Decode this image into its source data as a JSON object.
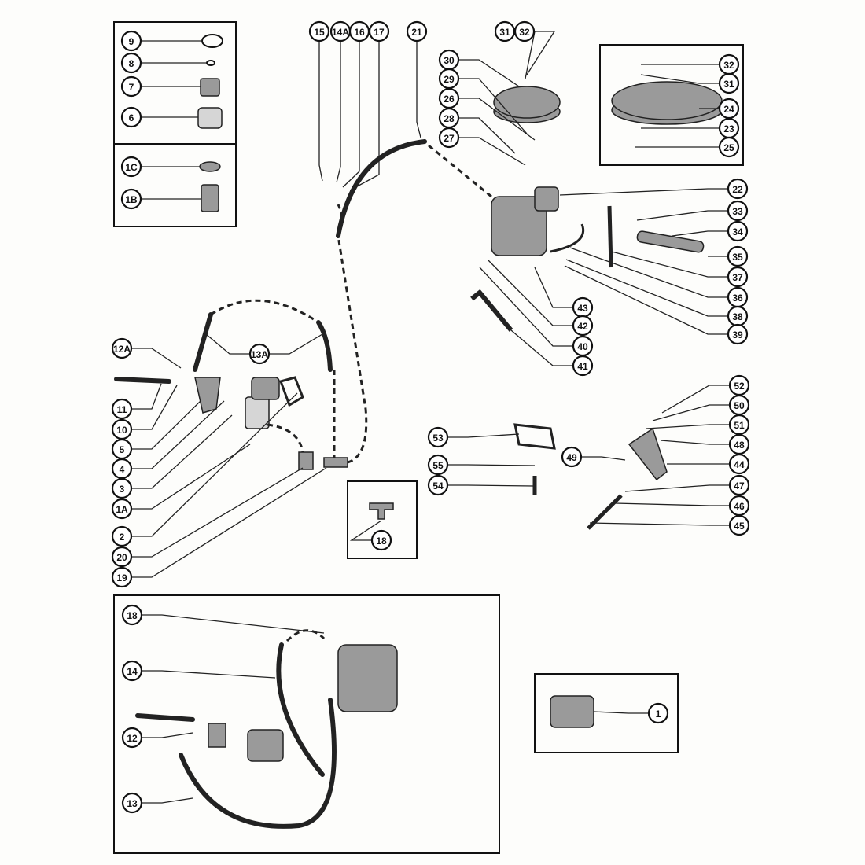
{
  "diagram": {
    "type": "exploded parts diagram",
    "callouts": [
      "9",
      "8",
      "7",
      "6",
      "1C",
      "1B",
      "15",
      "14A",
      "16",
      "17",
      "21",
      "31",
      "32",
      "30",
      "29",
      "26",
      "28",
      "27",
      "32",
      "31",
      "24",
      "23",
      "25",
      "22",
      "33",
      "34",
      "35",
      "37",
      "36",
      "38",
      "39",
      "43",
      "42",
      "40",
      "41",
      "12A",
      "13A",
      "11",
      "10",
      "5",
      "4",
      "3",
      "1A",
      "2",
      "20",
      "19",
      "18",
      "52",
      "50",
      "51",
      "48",
      "44",
      "47",
      "46",
      "45",
      "49",
      "53",
      "55",
      "54",
      "18",
      "14",
      "12",
      "13",
      "1"
    ]
  }
}
